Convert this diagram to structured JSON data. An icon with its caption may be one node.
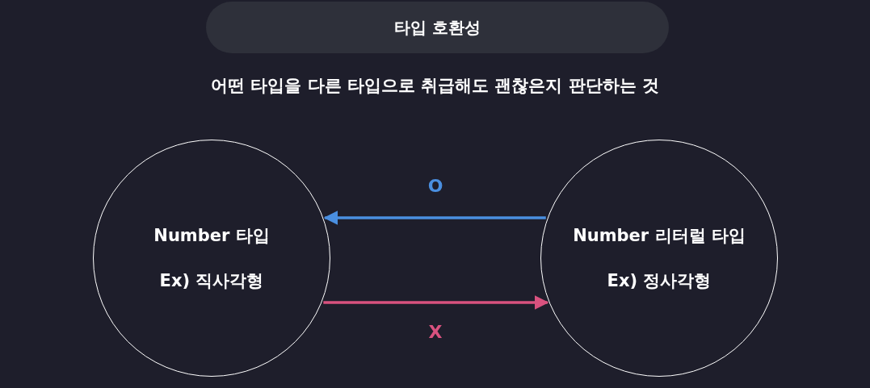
{
  "diagram": {
    "title": "타입 호환성",
    "nodes": [
      {
        "text": [
          "Number 타입",
          "Ex) 직사각형"
        ]
      },
      {
        "text": [
          "Number 리터럴 타입",
          "Ex) 정사각형"
        ]
      }
    ],
    "edges": [
      {
        "from": 1,
        "to": 0,
        "arrow": "to",
        "label": "O",
        "color": "#4a8fe0"
      },
      {
        "from": 0,
        "to": 1,
        "arrow": "to",
        "label": "X",
        "color": "#d9527f"
      }
    ],
    "labels": [
      "어떤 타입을 다른 타입으로 취급해도 괜찮은지 판단하는 것"
    ]
  }
}
